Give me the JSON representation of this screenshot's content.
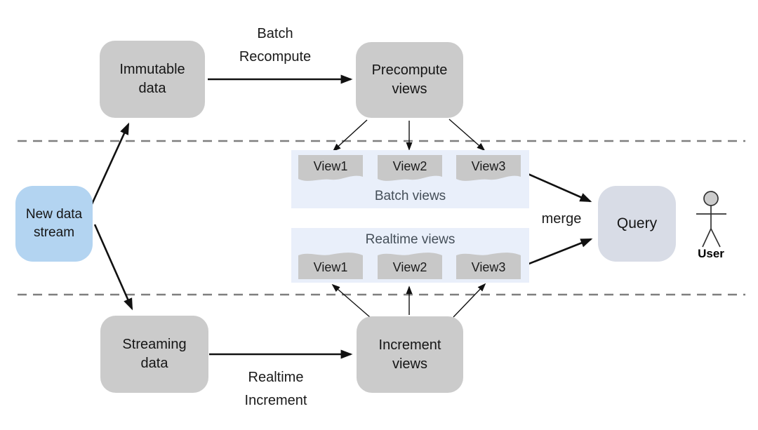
{
  "diagram_type": "lambda-architecture-flow",
  "nodes": {
    "new_data_stream": {
      "label": "New data\nstream"
    },
    "immutable_data": {
      "label": "Immutable\ndata"
    },
    "streaming_data": {
      "label": "Streaming\ndata"
    },
    "precompute_views": {
      "label": "Precompute\nviews"
    },
    "increment_views": {
      "label": "Increment\nviews"
    },
    "query": {
      "label": "Query"
    },
    "user": {
      "label": "User"
    }
  },
  "edge_labels": {
    "batch_recompute": "Batch\nRecompute",
    "realtime_increment": "Realtime\nIncrement",
    "merge": "merge"
  },
  "panels": {
    "batch": {
      "label": "Batch views",
      "items": [
        "View1",
        "View2",
        "View3"
      ]
    },
    "realtime": {
      "label": "Realtime views",
      "items": [
        "View1",
        "View2",
        "View3"
      ]
    }
  },
  "colors": {
    "node_fill": "#cbcbcb",
    "stream_node_fill": "#b3d4f1",
    "query_node_fill": "#d8dce6",
    "panel_fill": "#e9effa",
    "view_shape_fill": "#c8c8c8",
    "arrow": "#111111",
    "dashed_divider": "#7f7f7f",
    "panel_label_text": "#454f59",
    "text": "#1a1a1a"
  }
}
